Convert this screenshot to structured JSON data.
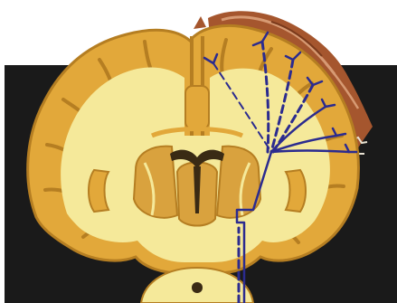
{
  "image": {
    "subject": "coronal-brain-section-illustration",
    "elements": {
      "background_panel": "black-rectangle",
      "brain_section": "cortex-and-white-matter",
      "pathways": "dashed-and-solid-fiber-tracts",
      "meningeal_tissue": "reddish-brown-membrane-top-right",
      "brainstem": "lower-center"
    },
    "colors": {
      "page": "#ffffff",
      "panel": "#1a1a1a",
      "cortex": "#e2a83a",
      "cortex_outline": "#b57e22",
      "white_matter": "#f5e99a",
      "nuclei": "#d9a23e",
      "ventricle": "#3a2a14",
      "tract": "#2b2b8f",
      "meninges": "#a5562e",
      "meninges_light": "#d79a73"
    }
  }
}
